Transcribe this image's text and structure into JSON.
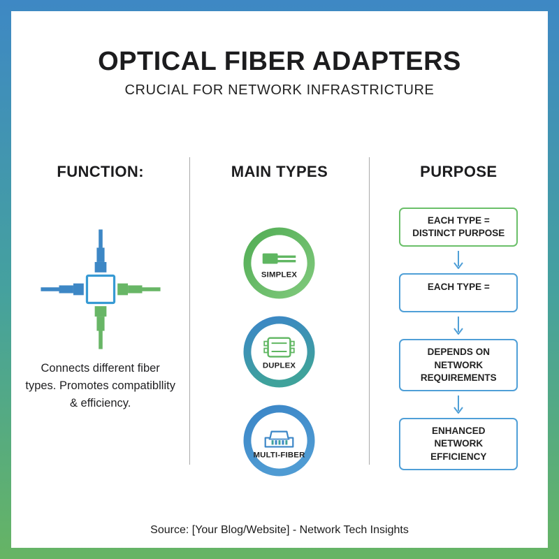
{
  "palette": {
    "blue": "#3d87c5",
    "teal": "#45a19e",
    "green": "#68b666",
    "box_border_blue": "#4f9fd7",
    "box_border_green": "#6abf69",
    "text_dark": "#1c1c1e"
  },
  "header": {
    "title": "OPTICAL FIBER ADAPTERS",
    "subtitle": "CRUCIAL FOR NETWORK INFRASTRICTURE"
  },
  "function_column": {
    "heading": "FUNCTION:",
    "icon": "fiber-cross-adapter-icon",
    "description": "Connects different fiber types. Promotes compatibllity & efficiency."
  },
  "types_column": {
    "heading": "MAIN TYPES",
    "items": [
      {
        "label": "SIMPLEX",
        "icon": "simplex-connector-icon",
        "ring": "green-gradient"
      },
      {
        "label": "DUPLEX",
        "icon": "duplex-adapter-icon",
        "ring": "blue-teal-gradient"
      },
      {
        "label": "MULTI-FIBER",
        "icon": "multi-fiber-connector-icon",
        "ring": "blue-gradient"
      }
    ]
  },
  "purpose_column": {
    "heading": "PURPOSE",
    "steps": [
      "EACH TYPE = DISTINCT PURPOSE",
      "EACH TYPE =",
      "DEPENDS ON NETWORK REQUIREMENTS",
      "ENHANCED NETWORK EFFICIENCY"
    ]
  },
  "footer": {
    "source": "Source: [Your Blog/Website] - Network Tech Insights"
  }
}
